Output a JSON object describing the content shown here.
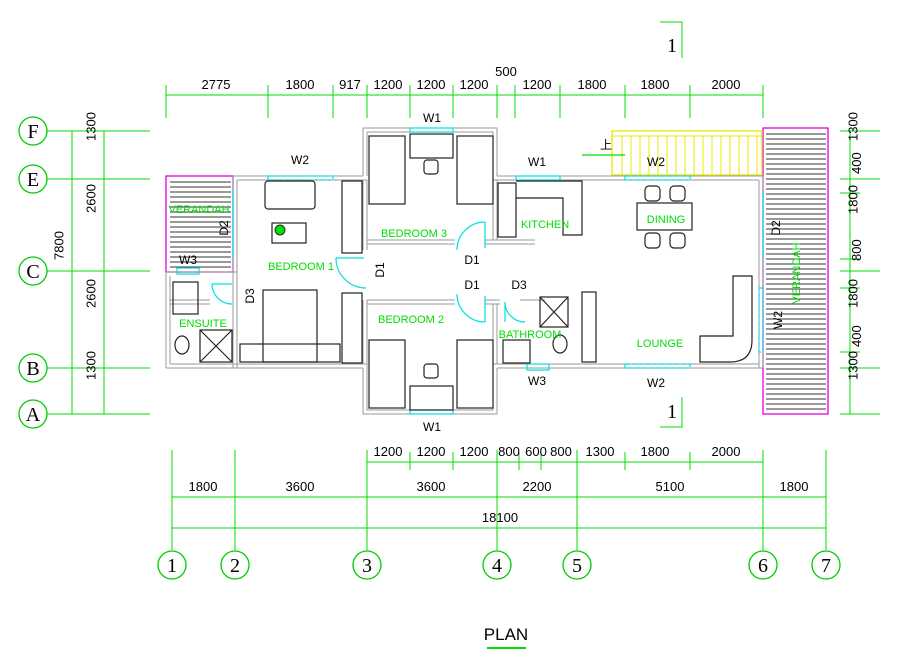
{
  "title": "PLAN",
  "section_mark": "1",
  "colors": {
    "dimension": "#00dd00",
    "windows": "#00e0e0",
    "verandah_edge": "#e000e0",
    "stair": "#e8e800",
    "room_label": "#00dd00",
    "walls": "#9a9a9a"
  },
  "dimensions": {
    "top": [
      "2775",
      "1800",
      "917",
      "1200",
      "1200",
      "1200",
      "500",
      "1200",
      "1800",
      "1800",
      "2000"
    ],
    "left": [
      "1300",
      "2600",
      "2600",
      "1300"
    ],
    "left_total": "7800",
    "right": [
      "1300",
      "400",
      "1800",
      "800",
      "1800",
      "400",
      "1300"
    ],
    "bottom_row1": [
      "1200",
      "1200",
      "1200",
      "800",
      "600",
      "800",
      "1300",
      "1800",
      "2000"
    ],
    "bottom_row2": [
      "1800",
      "3600",
      "3600",
      "2200",
      "5100",
      "1800"
    ],
    "bottom_total": "18100"
  },
  "row_axes": [
    "F",
    "E",
    "C",
    "B",
    "A"
  ],
  "column_axes": [
    "1",
    "2",
    "3",
    "4",
    "5",
    "6",
    "7"
  ],
  "rooms": {
    "verandah_left": "VERANDAH",
    "bedroom3": "BEDROOM 3",
    "kitchen": "KITCHEN",
    "dining": "DINING",
    "bedroom1": "BEDROOM 1",
    "ensuite": "ENSUITE",
    "bedroom2": "BEDROOM 2",
    "bathroom": "BATHROOM",
    "lounge": "LOUNGE",
    "verandah_right": "VERANDAH"
  },
  "tags": {
    "w1_top": "W1",
    "w1_kitchen": "W1",
    "w1_bottom": "W1",
    "w2_bed1": "W2",
    "w2_dining": "W2",
    "w2_lounge": "W2",
    "w2_right": "W2",
    "w3_ensuite": "W3",
    "w3_bath": "W3",
    "d1_a": "D1",
    "d1_b": "D1",
    "d1_c": "D1",
    "d2_left": "D2",
    "d2_right": "D2",
    "d3_bath": "D3",
    "d3_ensuite": "D3",
    "stair_up": "上"
  }
}
